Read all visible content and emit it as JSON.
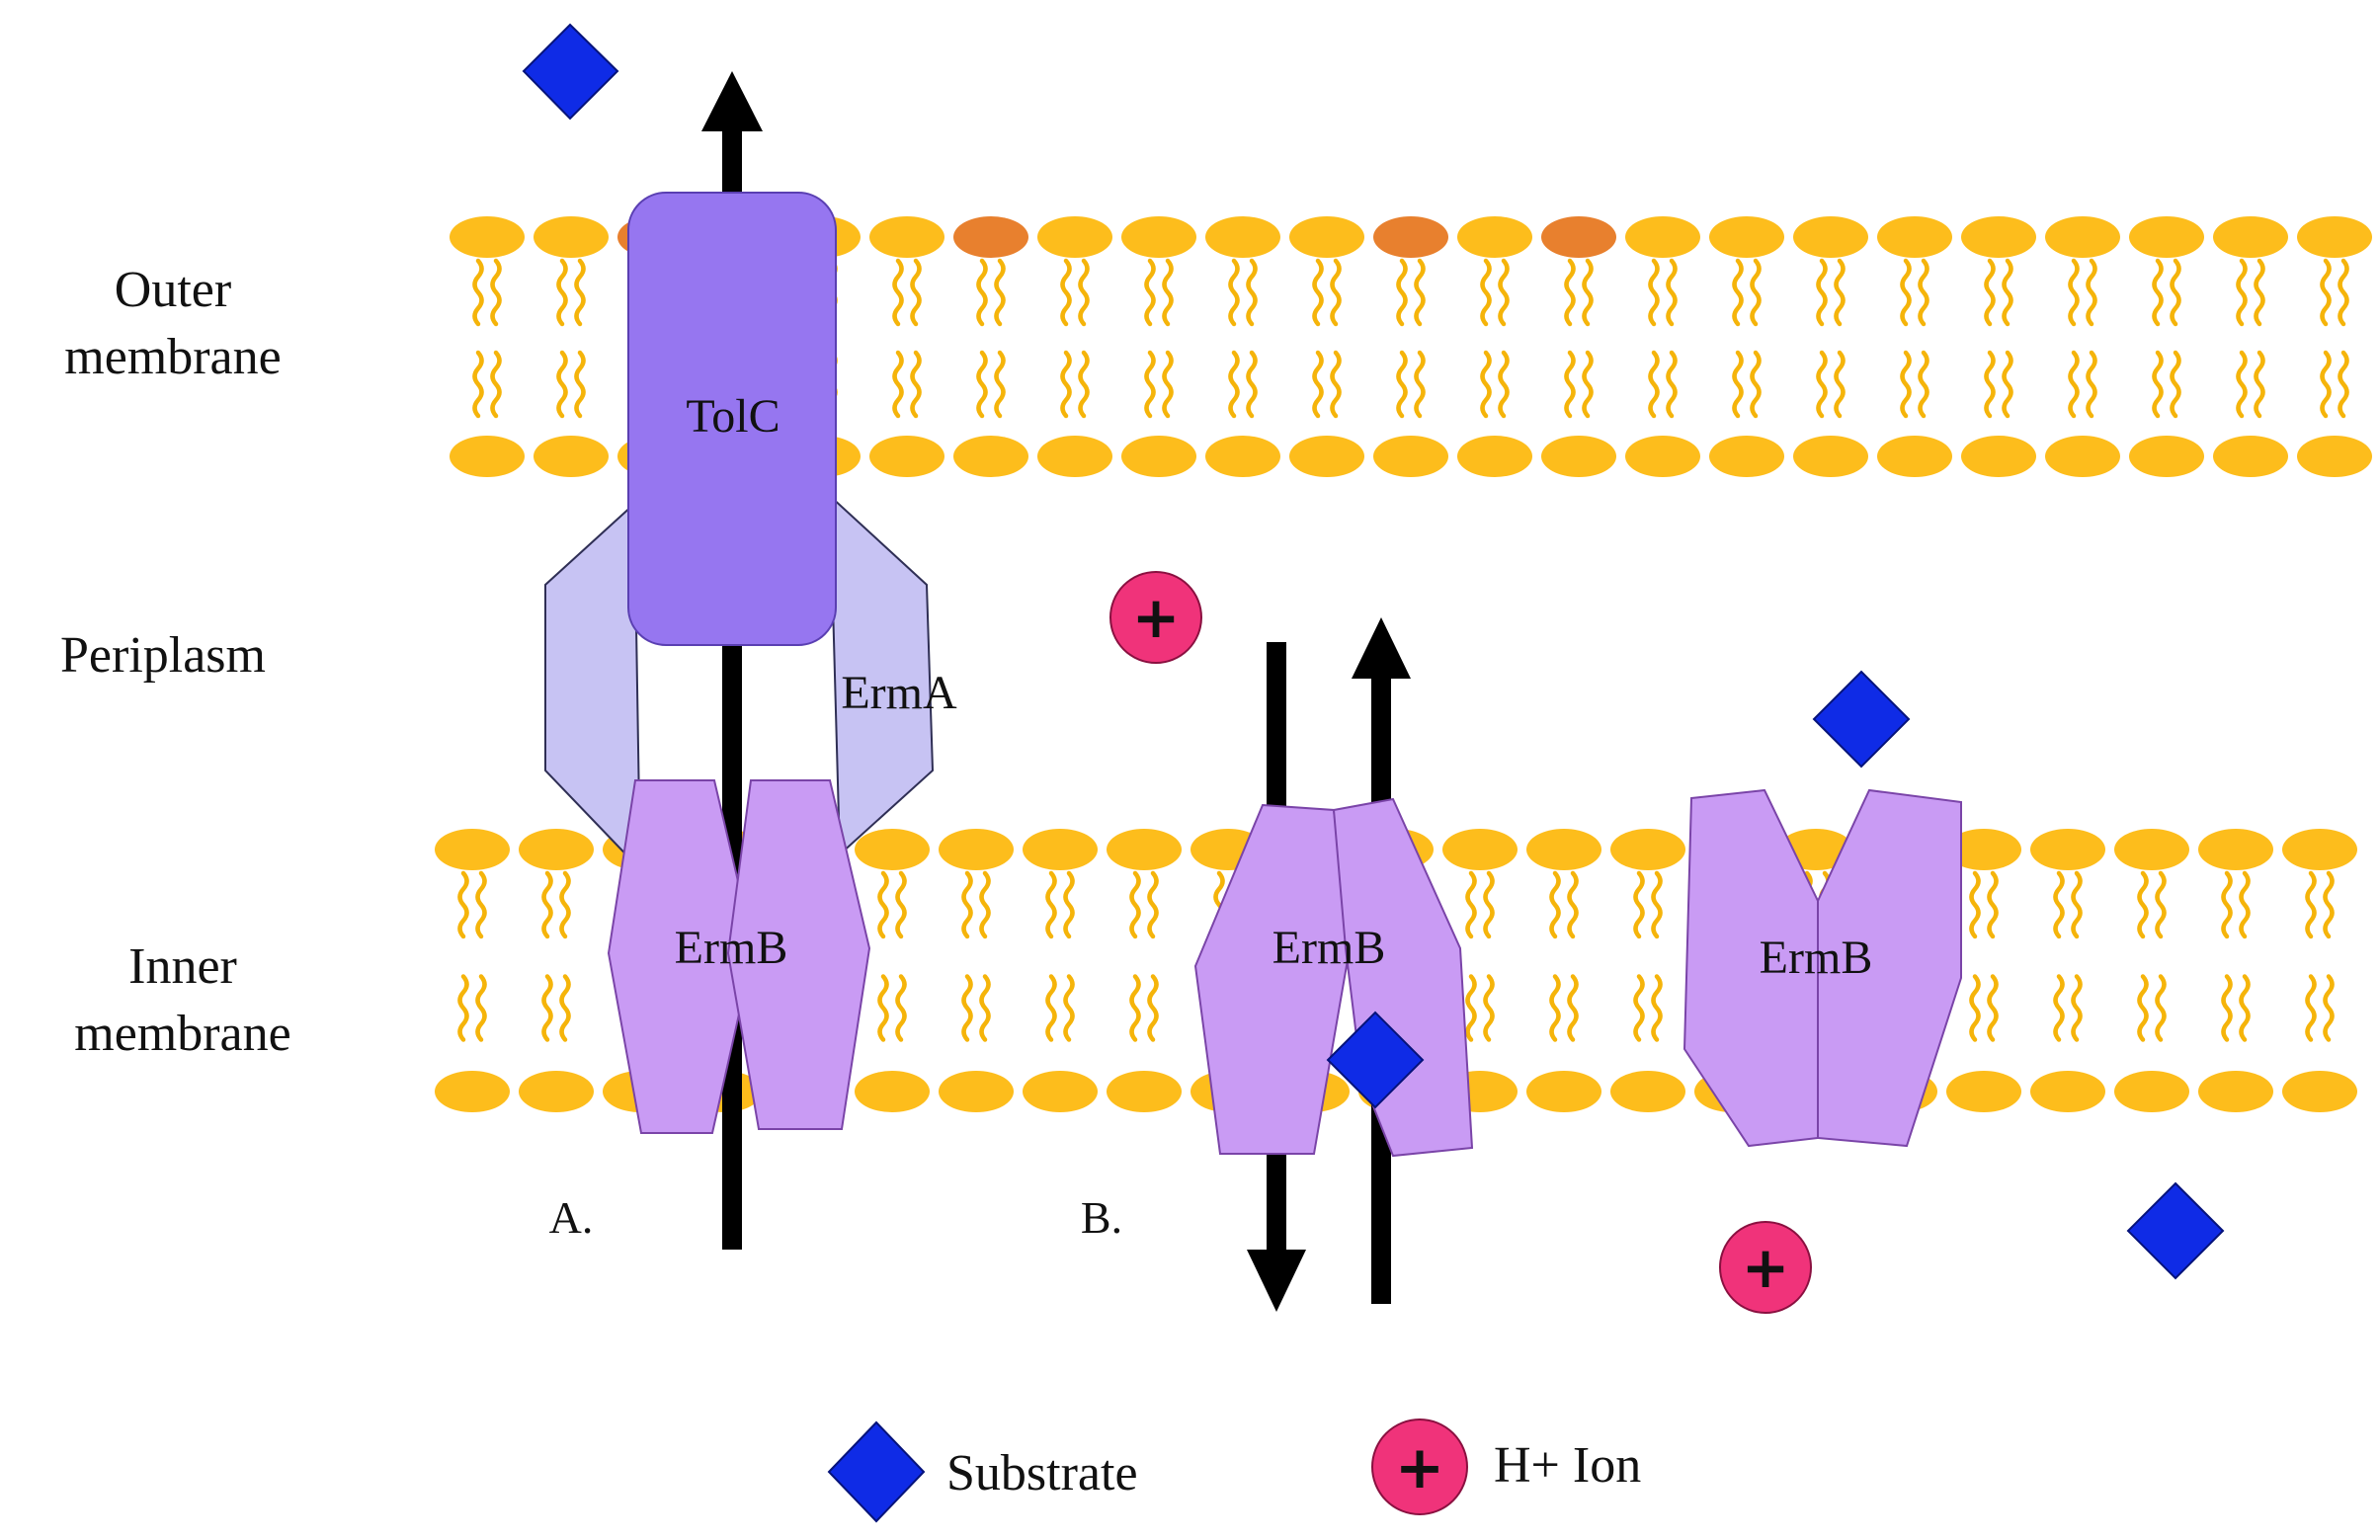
{
  "labels": {
    "outer_membrane": [
      "Outer",
      "membrane"
    ],
    "periplasm": "Periplasm",
    "inner_membrane": [
      "Inner",
      "membrane"
    ],
    "panel_a": "A.",
    "panel_b": "B."
  },
  "proteins": {
    "tolc": "TolC",
    "erma": "ErmA",
    "ermb_a": "ErmB",
    "ermb_b1": "ErmB",
    "ermb_b2": "ErmB"
  },
  "legend": {
    "substrate": "Substrate",
    "ion": "H+ Ion",
    "ion_symbol": "+"
  },
  "colors": {
    "lipid_head": "#FDBD1C",
    "lipid_head_alt": "#E8802E",
    "lipid_tail": "#F5B40A",
    "tolc": "#9676F0",
    "erma": "#C7C3F3",
    "ermb": "#C99BF4",
    "ermb_stroke": "#7A44A8",
    "substrate": "#0F2BE6",
    "ion": "#F0337A",
    "arrow": "#000000"
  }
}
